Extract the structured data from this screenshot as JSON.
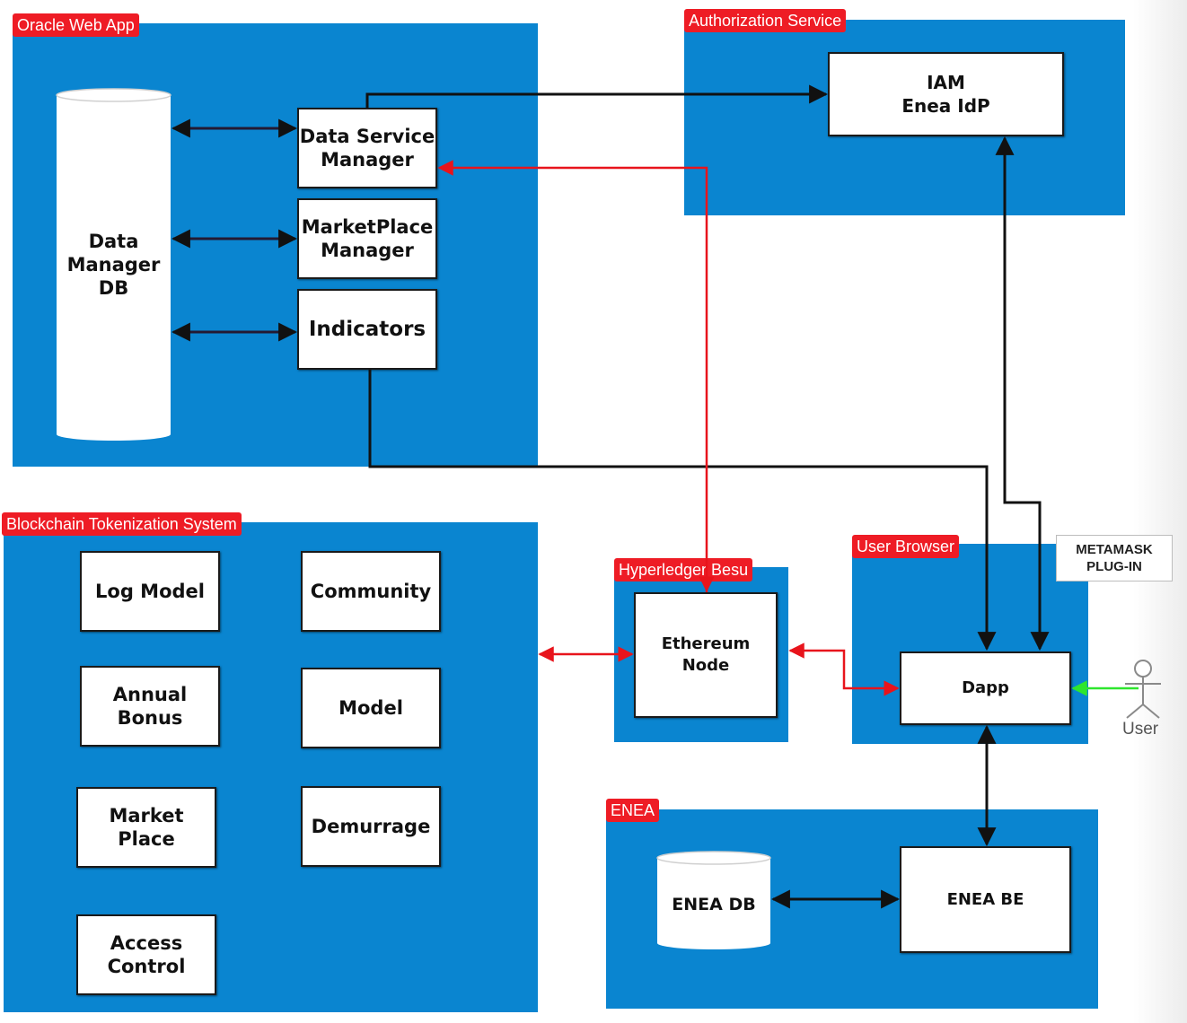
{
  "groups": {
    "oracle": "Oracle Web App",
    "auth": "Authorization Service",
    "blockchain": "Blockchain Tokenization System",
    "besu": "Hyperledger Besu",
    "browser": "User Browser",
    "enea": "ENEA"
  },
  "nodes": {
    "data_manager_db": "Data\nManager\nDB",
    "data_service_manager": "Data Service\nManager",
    "marketplace_manager": "MarketPlace\nManager",
    "indicators": "Indicators",
    "iam": "IAM\nEnea IdP",
    "log_model": "Log Model",
    "community": "Community",
    "annual_bonus": "Annual\nBonus",
    "model": "Model",
    "market_place": "Market Place",
    "demurrage": "Demurrage",
    "access_control": "Access\nControl",
    "ethereum_node": "Ethereum\nNode",
    "dapp": "Dapp",
    "metamask": "METAMASK\nPLUG-IN",
    "user": "User",
    "enea_db": "ENEA DB",
    "enea_be": "ENEA BE"
  },
  "colors": {
    "panel": "#0a85d0",
    "tag": "#ee1c25",
    "link_black": "#111111",
    "link_red": "#e8141c",
    "link_green": "#2ee62e"
  }
}
